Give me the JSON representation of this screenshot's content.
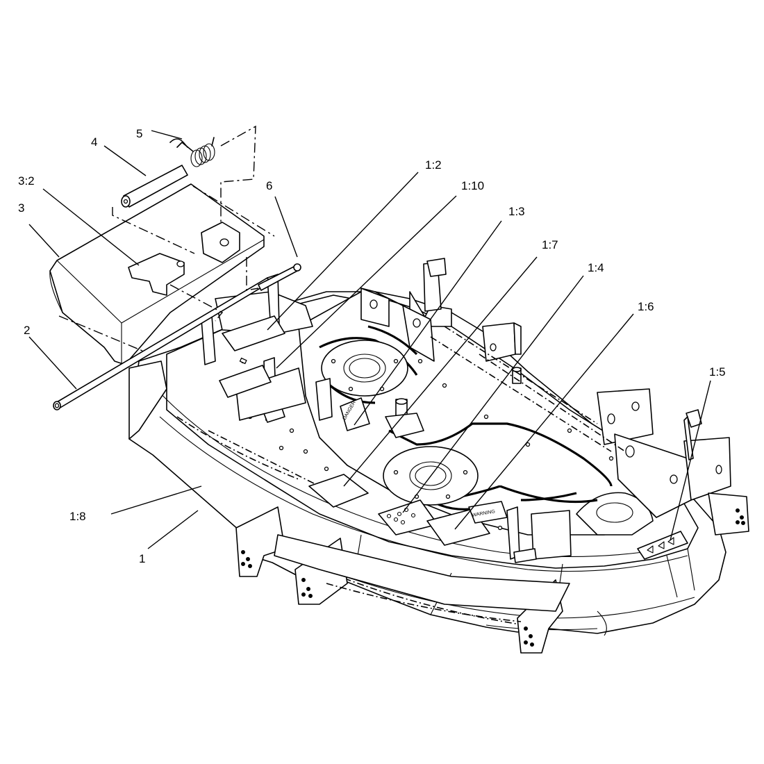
{
  "callouts": [
    {
      "id": "5",
      "label": "5"
    },
    {
      "id": "4",
      "label": "4"
    },
    {
      "id": "3-2",
      "label": "3:2"
    },
    {
      "id": "3",
      "label": "3"
    },
    {
      "id": "2",
      "label": "2"
    },
    {
      "id": "6",
      "label": "6"
    },
    {
      "id": "1-2",
      "label": "1:2"
    },
    {
      "id": "1-10",
      "label": "1:10"
    },
    {
      "id": "1-3",
      "label": "1:3"
    },
    {
      "id": "1-7",
      "label": "1:7"
    },
    {
      "id": "1-4",
      "label": "1:4"
    },
    {
      "id": "1-6",
      "label": "1:6"
    },
    {
      "id": "1-5",
      "label": "1:5"
    },
    {
      "id": "1-8",
      "label": "1:8"
    },
    {
      "id": "1",
      "label": "1"
    }
  ],
  "decals": {
    "danger_decal_text": "DANGER",
    "warning_decal_text": "WARNING"
  }
}
